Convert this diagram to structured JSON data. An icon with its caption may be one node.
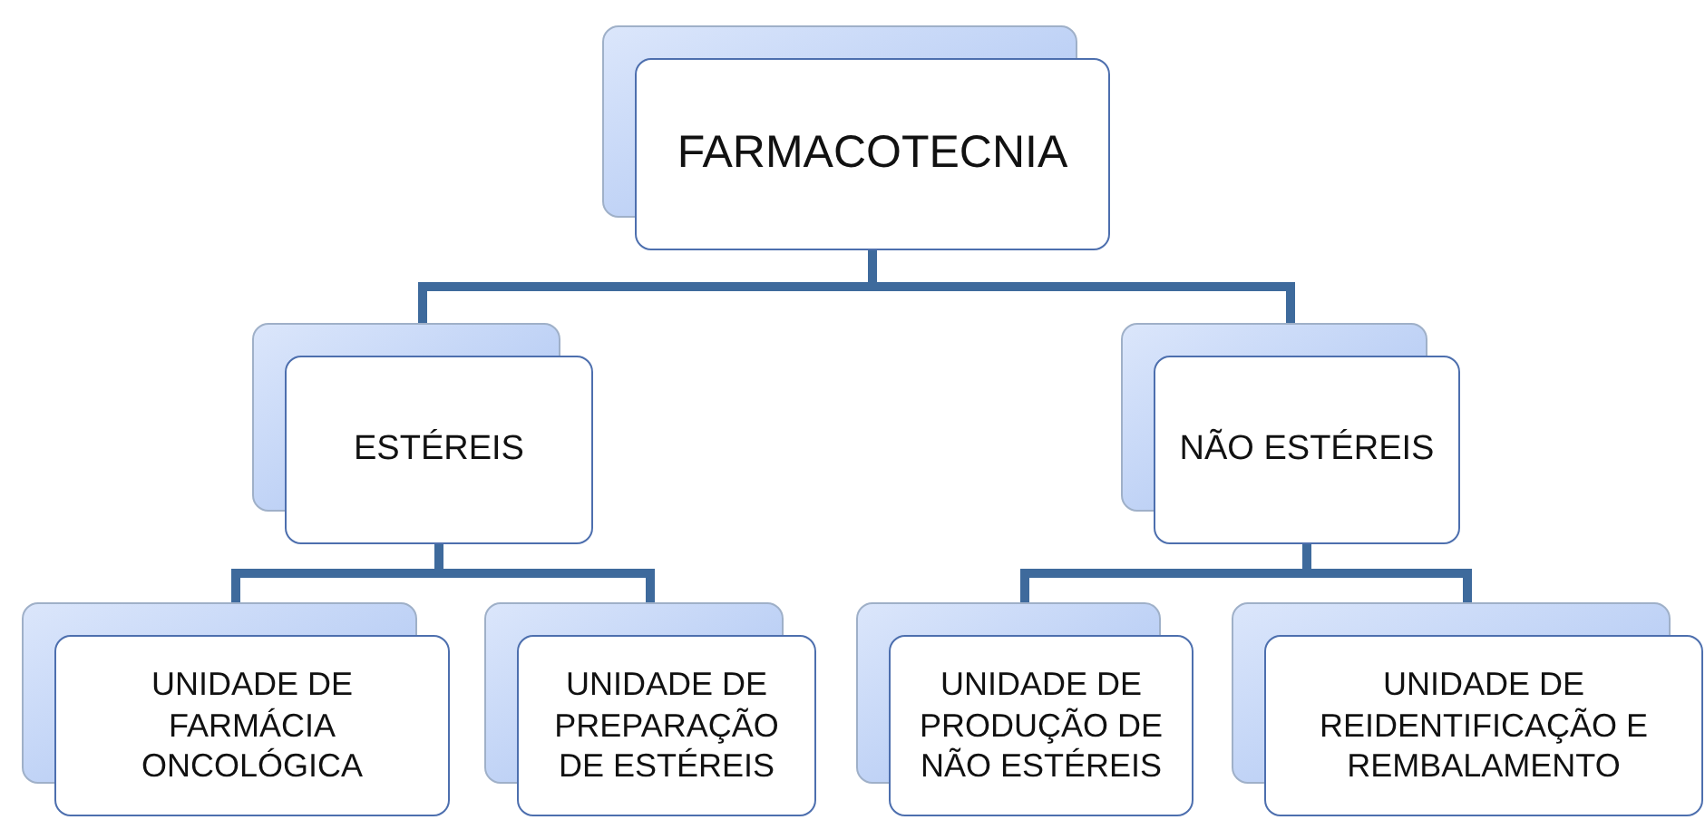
{
  "diagram": {
    "nodes": [
      {
        "text": [
          "FARMACOTECNIA"
        ]
      },
      {
        "text": [
          "ESTÉREIS"
        ]
      },
      {
        "text": [
          "NÃO ESTÉREIS"
        ]
      },
      {
        "text": [
          "UNIDADE DE FARMÁCIA ONCOLÓGICA"
        ]
      },
      {
        "text": [
          "UNIDADE DE PREPARAÇÃO DE ESTÉREIS"
        ]
      },
      {
        "text": [
          "UNIDADE DE PRODUÇÃO DE NÃO ESTÉREIS"
        ]
      },
      {
        "text": [
          "UNIDADE DE REIDENTIFICAÇÃO E REMBALAMENTO"
        ]
      }
    ],
    "edges": [
      {
        "from": 0,
        "to": 1,
        "arrow": "none"
      },
      {
        "from": 0,
        "to": 2,
        "arrow": "none"
      },
      {
        "from": 1,
        "to": 3,
        "arrow": "none"
      },
      {
        "from": 1,
        "to": 4,
        "arrow": "none"
      },
      {
        "from": 2,
        "to": 5,
        "arrow": "none"
      },
      {
        "from": 2,
        "to": 6,
        "arrow": "none"
      }
    ]
  }
}
